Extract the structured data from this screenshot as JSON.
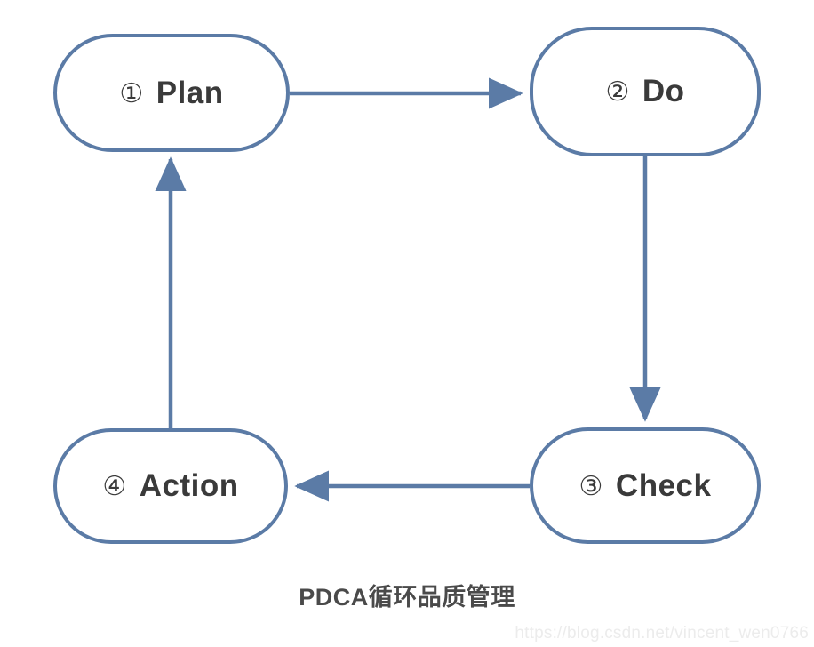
{
  "diagram": {
    "type": "cycle-flowchart",
    "caption": "PDCA循环品质管理",
    "accent_color": "#5b7ba6",
    "text_color": "#3a3a3a",
    "background": "#ffffff",
    "nodes": [
      {
        "id": "plan",
        "marker": "①",
        "label": "Plan",
        "order": 1
      },
      {
        "id": "do",
        "marker": "②",
        "label": "Do",
        "order": 2
      },
      {
        "id": "check",
        "marker": "③",
        "label": "Check",
        "order": 3
      },
      {
        "id": "action",
        "marker": "④",
        "label": "Action",
        "order": 4
      }
    ],
    "edges": [
      {
        "from": "plan",
        "to": "do",
        "direction": "right"
      },
      {
        "from": "do",
        "to": "check",
        "direction": "down"
      },
      {
        "from": "check",
        "to": "action",
        "direction": "left"
      },
      {
        "from": "action",
        "to": "plan",
        "direction": "up"
      }
    ]
  },
  "watermark": {
    "text": "https://blog.csdn.net/vincent_wen0766"
  }
}
